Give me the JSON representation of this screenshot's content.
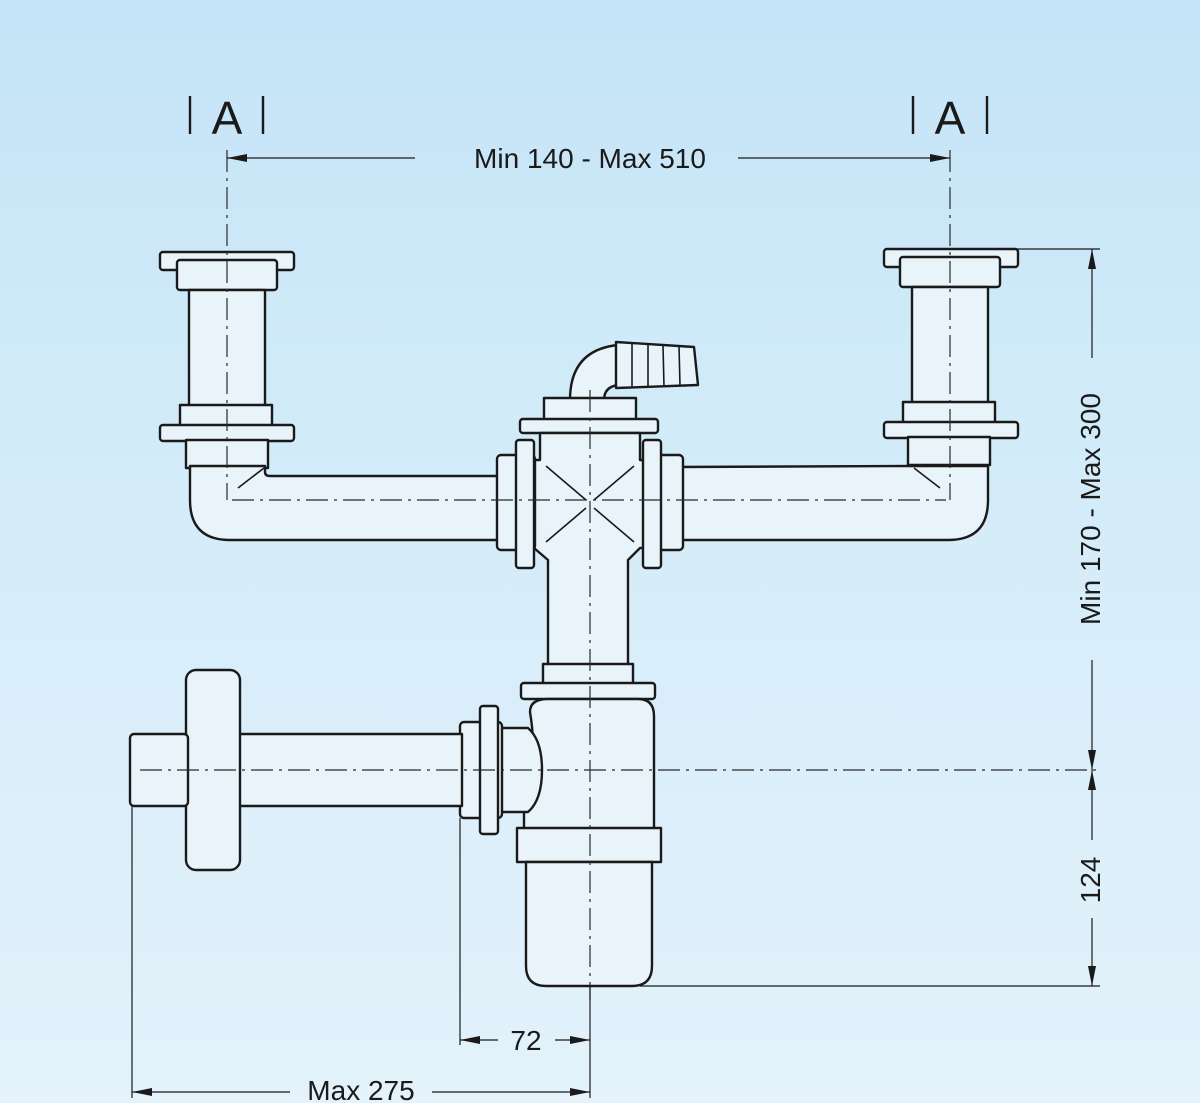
{
  "section_marks": {
    "left": "A",
    "right": "A"
  },
  "dimensions": {
    "inlet_spacing": "Min 140 - Max 510",
    "total_height": "Min 170 - Max 300",
    "outlet_height": "124",
    "outlet_offset": "72",
    "max_reach": "Max 275"
  },
  "colors": {
    "background_top": "#c4e4f7",
    "background_bottom": "#e3f2fb",
    "line": "#1a1a1a"
  }
}
